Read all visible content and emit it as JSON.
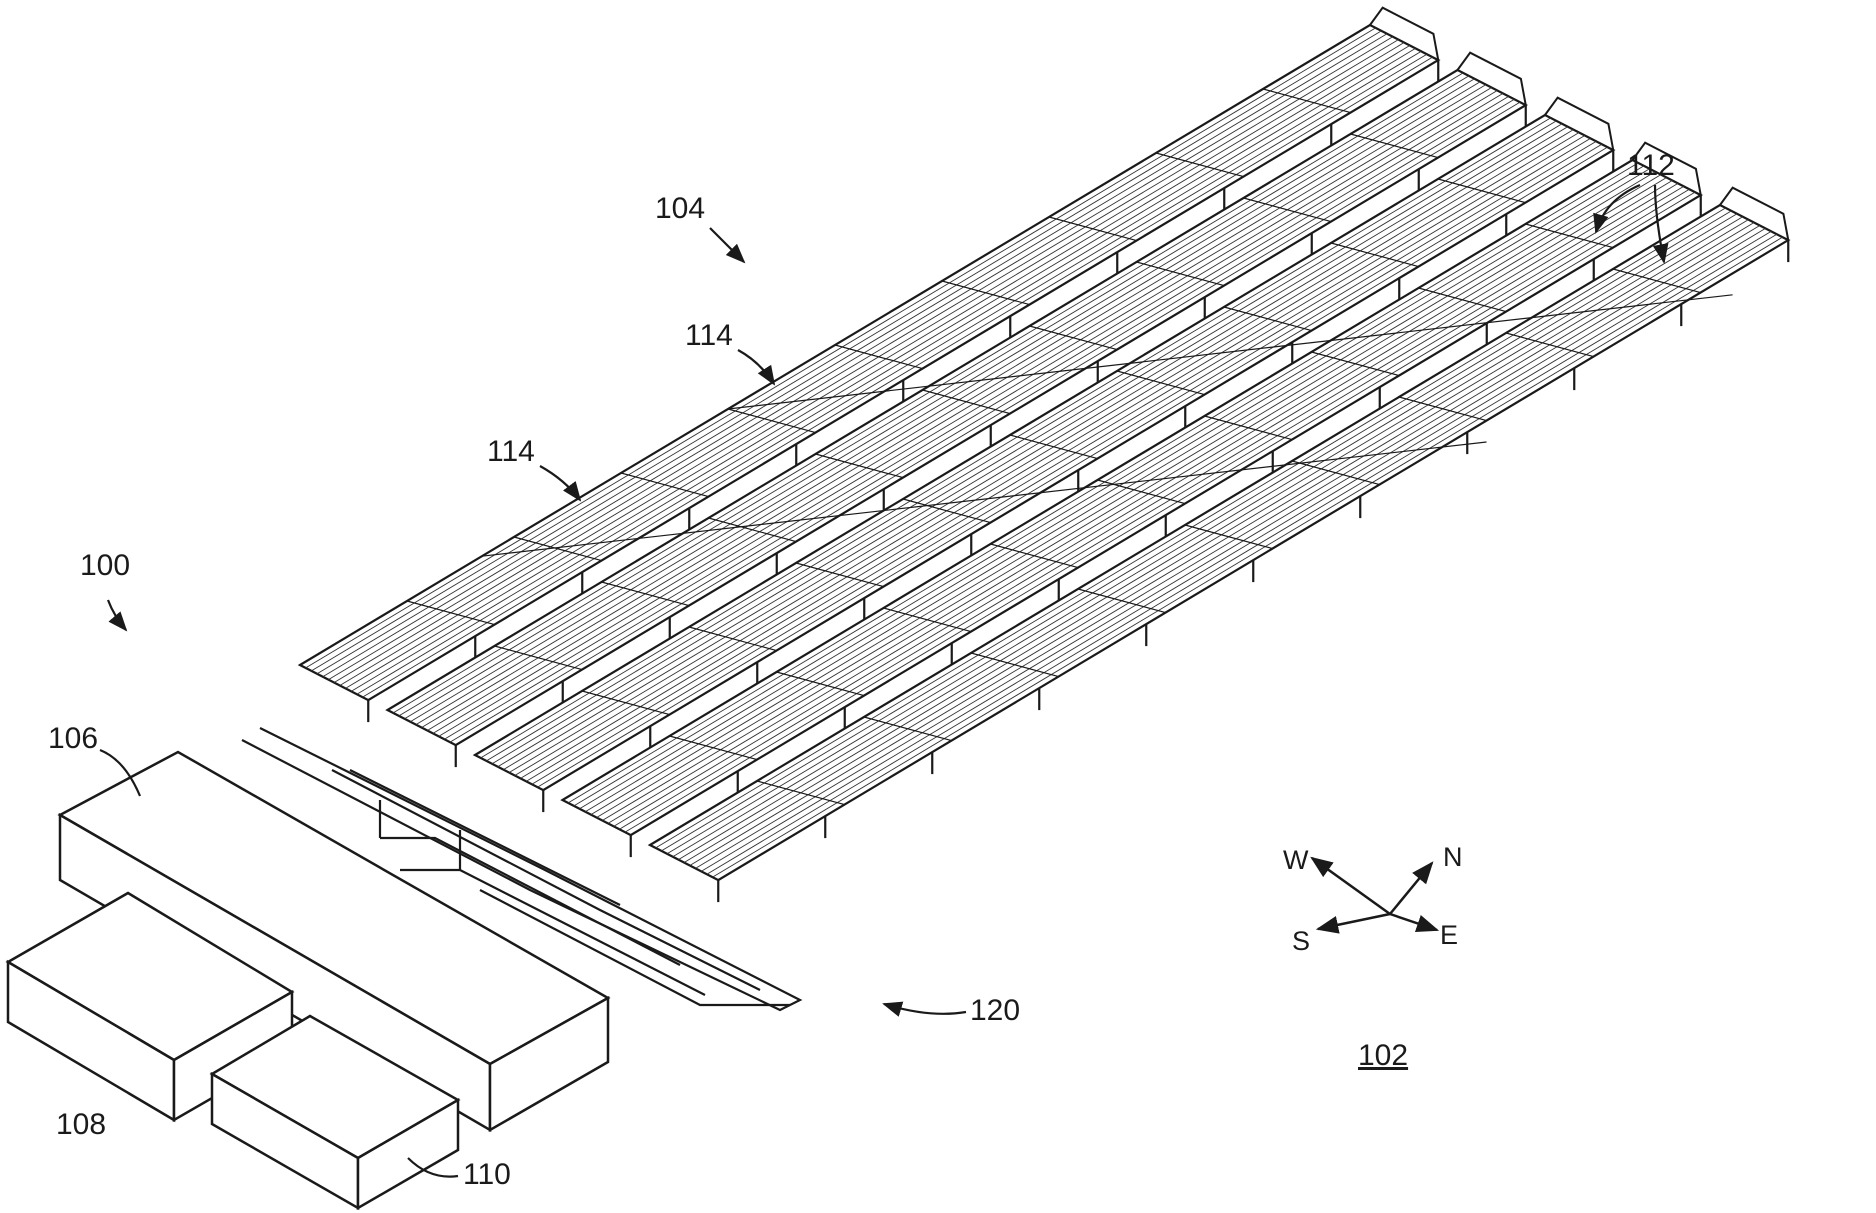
{
  "references": {
    "system": "100",
    "site": "102",
    "array": "104",
    "box_large": "106",
    "box_left": "108",
    "box_right": "110",
    "panel_rows": "112",
    "ridge_upper": "114",
    "ridge_lower": "114",
    "support_post": "120"
  },
  "compass": {
    "west": "W",
    "north": "N",
    "south": "S",
    "east": "E"
  },
  "array": {
    "rows": 5,
    "bays_per_row": 10,
    "slats_per_row": 12
  }
}
